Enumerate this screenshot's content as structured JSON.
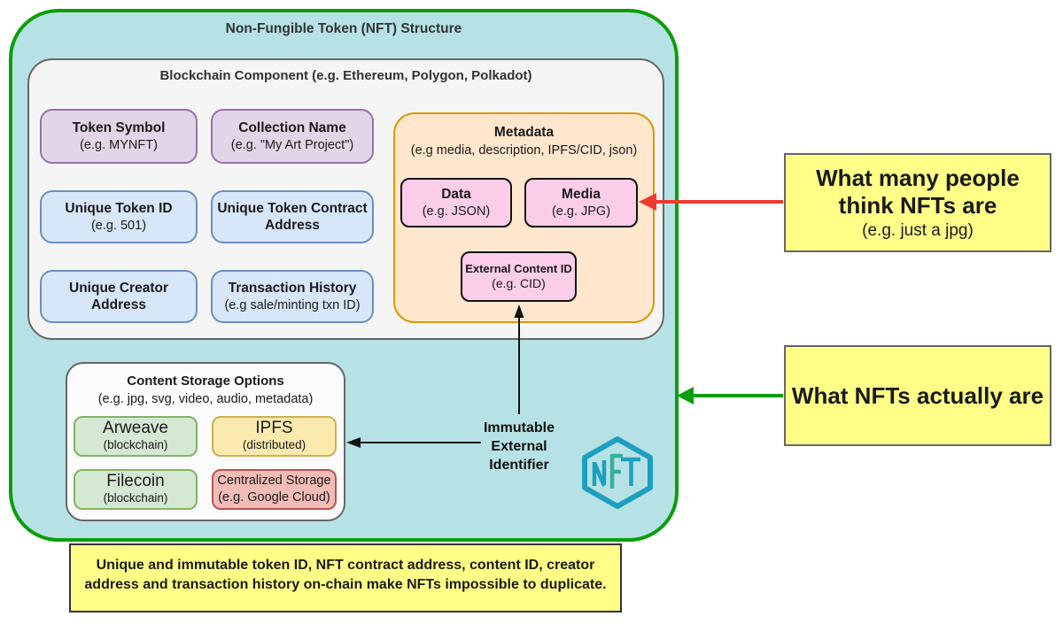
{
  "colors": {
    "container_fill": "#b7e2e5",
    "container_border": "#0b9e0b",
    "blockchain_fill": "#f5f5f5",
    "purple_fill": "#e3d5e8",
    "purple_border": "#9673a6",
    "blue_fill": "#d8e6fa",
    "blue_border": "#6c8ebf",
    "metadata_fill": "#ffe6cc",
    "metadata_border": "#d79b00",
    "pink_fill": "#fbcde9",
    "green_fill": "#d5e8d4",
    "green_border": "#82b366",
    "ipfs_fill": "#fbeaae",
    "ipfs_border": "#d0ae53",
    "centralized_fill": "#f3bcb7",
    "centralized_border": "#b85450",
    "annotation_yellow": "#ffff88",
    "arrow_red": "#ee3a30",
    "arrow_green": "#0b9e0b",
    "arrow_black": "#111111",
    "logo_teal": "#1d9fc1",
    "logo_green": "#36b09a"
  },
  "diagram": {
    "title": "Non-Fungible Token (NFT) Structure",
    "logo_text": "NFT",
    "blockchain": {
      "title": "Blockchain Component (e.g. Ethereum, Polygon, Polkadot)",
      "token_symbol": {
        "title": "Token Symbol",
        "subtitle": "(e.g. MYNFT)"
      },
      "collection_name": {
        "title": "Collection Name",
        "subtitle": "(e.g. \"My Art Project\")"
      },
      "unique_token_id": {
        "title": "Unique Token ID",
        "subtitle": "(e.g. 501)"
      },
      "contract_address": {
        "title": "Unique Token Contract Address"
      },
      "creator_address": {
        "title": "Unique Creator Address"
      },
      "transaction_history": {
        "title": "Transaction History",
        "subtitle": "(e.g sale/minting txn ID)"
      }
    },
    "metadata": {
      "title": "Metadata",
      "subtitle": "(e.g media, description, IPFS/CID, json)",
      "data": {
        "title": "Data",
        "subtitle": "(e.g. JSON)"
      },
      "media": {
        "title": "Media",
        "subtitle": "(e.g. JPG)"
      },
      "external_content_id": {
        "title": "External Content ID",
        "subtitle": "(e.g. CID)"
      }
    },
    "storage": {
      "title": "Content Storage Options",
      "subtitle": "(e.g. jpg, svg, video, audio, metadata)",
      "arweave": {
        "title": "Arweave",
        "subtitle": "(blockchain)"
      },
      "ipfs": {
        "title": "IPFS",
        "subtitle": "(distributed)"
      },
      "filecoin": {
        "title": "Filecoin",
        "subtitle": "(blockchain)"
      },
      "centralized": {
        "title": "Centralized Storage",
        "subtitle": "(e.g. Google Cloud)"
      }
    },
    "immutable_identifier": {
      "line1": "Immutable",
      "line2": "External",
      "line3": "Identifier"
    }
  },
  "annotations": {
    "think": {
      "title": "What many people think NFTs are",
      "subtitle": "(e.g. just a jpg)"
    },
    "actually": {
      "title": "What NFTs actually are"
    },
    "bottom_note": "Unique and immutable token ID, NFT contract address, content ID, creator address and transaction history on-chain make NFTs impossible to duplicate."
  }
}
